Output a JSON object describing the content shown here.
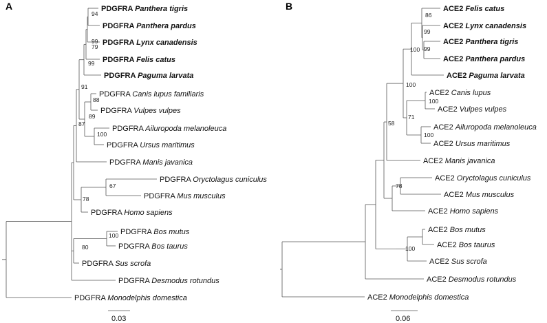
{
  "panels": [
    {
      "letter": "A",
      "prefix": "PDGFRA",
      "scale_label": "0.03",
      "taxa": [
        {
          "species": "Panthera tigris",
          "bold": true
        },
        {
          "species": "Panthera pardus",
          "bold": true
        },
        {
          "species": "Lynx canadensis",
          "bold": true
        },
        {
          "species": "Felis catus",
          "bold": true
        },
        {
          "species": "Paguma larvata",
          "bold": true
        },
        {
          "species": "Canis lupus familiaris",
          "bold": false
        },
        {
          "species": "Vulpes vulpes",
          "bold": false
        },
        {
          "species": "Ailuropoda melanoleuca",
          "bold": false
        },
        {
          "species": "Ursus maritimus",
          "bold": false
        },
        {
          "species": "Manis javanica",
          "bold": false
        },
        {
          "species": "Oryctolagus cuniculus",
          "bold": false
        },
        {
          "species": "Mus musculus",
          "bold": false
        },
        {
          "species": "Homo sapiens",
          "bold": false
        },
        {
          "species": "Bos mutus",
          "bold": false
        },
        {
          "species": "Bos taurus",
          "bold": false
        },
        {
          "species": "Sus scrofa",
          "bold": false
        },
        {
          "species": "Desmodus rotundus",
          "bold": false
        },
        {
          "species": "Monodelphis domestica",
          "bold": false
        }
      ],
      "support_values": [
        "94",
        "79",
        "99",
        "99",
        "91",
        "88",
        "89",
        "87",
        "100",
        "67",
        "78",
        "100",
        "80"
      ]
    },
    {
      "letter": "B",
      "prefix": "ACE2",
      "scale_label": "0.06",
      "taxa": [
        {
          "species": "Felis catus",
          "bold": true
        },
        {
          "species": "Lynx canadensis",
          "bold": true
        },
        {
          "species": "Panthera tigris",
          "bold": true
        },
        {
          "species": "Panthera pardus",
          "bold": true
        },
        {
          "species": "Paguma larvata",
          "bold": true
        },
        {
          "species": "Canis lupus",
          "bold": false
        },
        {
          "species": "Vulpes vulpes",
          "bold": false
        },
        {
          "species": "Ailuropoda melanoleuca",
          "bold": false
        },
        {
          "species": "Ursus maritimus",
          "bold": false
        },
        {
          "species": "Manis javanica",
          "bold": false
        },
        {
          "species": "Oryctolagus cuniculus",
          "bold": false
        },
        {
          "species": "Mus musculus",
          "bold": false
        },
        {
          "species": "Homo sapiens",
          "bold": false
        },
        {
          "species": "Bos mutus",
          "bold": false
        },
        {
          "species": "Bos taurus",
          "bold": false
        },
        {
          "species": "Sus scrofa",
          "bold": false
        },
        {
          "species": "Desmodus rotundus",
          "bold": false
        },
        {
          "species": "Monodelphis domestica",
          "bold": false
        }
      ],
      "support_values": [
        "86",
        "99",
        "99",
        "100",
        "100",
        "100",
        "71",
        "100",
        "58",
        "78",
        "100"
      ]
    }
  ]
}
